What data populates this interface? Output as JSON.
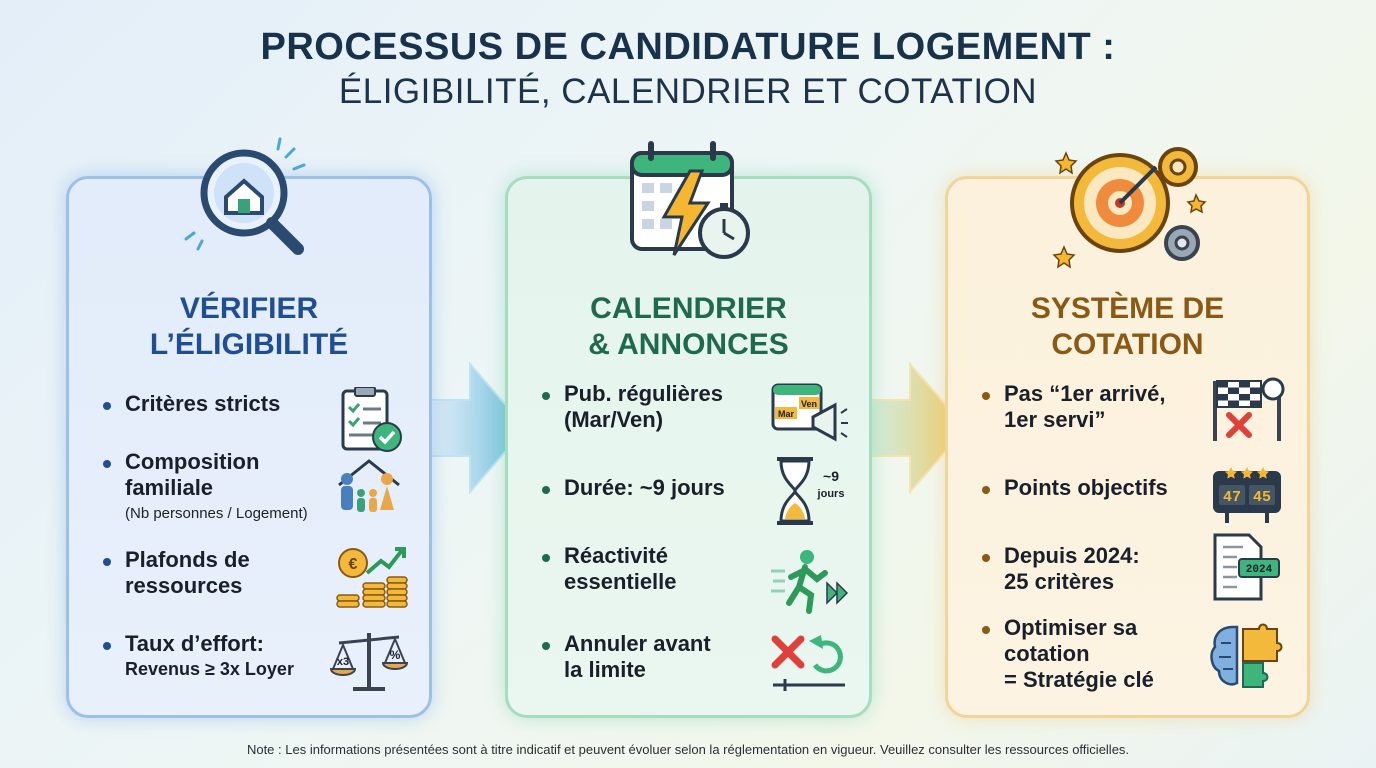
{
  "title": {
    "main": "PROCESSUS DE CANDIDATURE LOGEMENT :",
    "sub": "ÉLIGIBILITÉ, CALENDRIER ET COTATION"
  },
  "panels": [
    {
      "title_line1": "VÉRIFIER",
      "title_line2": "L’ÉLIGIBILITÉ",
      "header_icon": "house-magnifier-icon",
      "accent": "#1f4e93",
      "items": [
        {
          "text": "Critères stricts",
          "icon": "clipboard-check-icon"
        },
        {
          "text_line1": "Composition",
          "text_line2": "familiale",
          "small": "(Nb personnes / Logement)",
          "icon": "family-house-icon"
        },
        {
          "text_line1": "Plafonds de",
          "text_line2": "ressources",
          "icon": "euro-coins-growth-icon"
        },
        {
          "text": "Taux d’effort:",
          "medium": "Revenus ≥ 3x Loyer",
          "icon": "balance-scale-icon",
          "icon_labels": [
            "x3",
            "%"
          ]
        }
      ]
    },
    {
      "title_line1": "CALENDRIER",
      "title_line2": "& ANNONCES",
      "header_icon": "calendar-lightning-stopwatch-icon",
      "accent": "#1f6a4f",
      "items": [
        {
          "text_line1": "Pub. régulières",
          "text_line2": "(Mar/Ven)",
          "icon": "calendar-megaphone-icon",
          "icon_labels": [
            "Ven",
            "Mar"
          ]
        },
        {
          "text": "Durée: ~9 jours",
          "icon": "hourglass-icon",
          "icon_labels": [
            "~9",
            "jours"
          ]
        },
        {
          "text_line1": "Réactivité",
          "text_line2": "essentielle",
          "icon": "running-person-icon"
        },
        {
          "text_line1": "Annuler avant",
          "text_line2": "la limite",
          "icon": "cancel-undo-icon"
        }
      ]
    },
    {
      "title_line1": "SYSTÈME DE",
      "title_line2": "COTATION",
      "header_icon": "target-gears-stars-icon",
      "accent": "#8a5a14",
      "items": [
        {
          "text_line1": "Pas “1er arrivé,",
          "text_line2": "1er servi”",
          "icon": "finish-flag-cross-icon"
        },
        {
          "text": "Points objectifs",
          "icon": "scoreboard-icon",
          "icon_labels": [
            "47",
            "45"
          ]
        },
        {
          "text_line1": "Depuis 2024:",
          "text_line2": "25 critères",
          "icon": "criteria-document-icon",
          "icon_labels": [
            "2024"
          ]
        },
        {
          "text_line1": "Optimiser sa",
          "text_line2": "cotation",
          "medium": "= Stratégie clé",
          "icon": "brain-puzzle-icon"
        }
      ]
    }
  ],
  "note": "Note : Les informations présentées sont à titre indicatif et peuvent évoluer selon la réglementation en vigueur. Veuillez consulter les ressources officielles."
}
